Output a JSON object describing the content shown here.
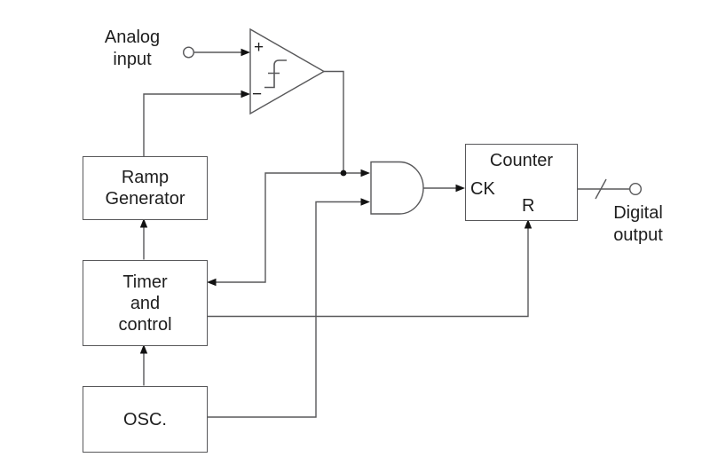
{
  "colors": {
    "background": "#ffffff",
    "line": "#58585a",
    "arrow": "#121212",
    "text": "#1e1e1e"
  },
  "labels": {
    "analog_input": {
      "line1": "Analog",
      "line2": "input"
    },
    "digital_output": {
      "line1": "Digital",
      "line2": "output"
    }
  },
  "comparator": {
    "plus": "+",
    "minus": "−"
  },
  "blocks": {
    "ramp_generator": {
      "line1": "Ramp",
      "line2": "Generator"
    },
    "timer_control": {
      "line1": "Timer",
      "line2": "and",
      "line3": "control"
    },
    "oscillator": {
      "label": "OSC."
    },
    "counter": {
      "title": "Counter",
      "clock_pin": "CK",
      "reset_pin": "R"
    }
  }
}
